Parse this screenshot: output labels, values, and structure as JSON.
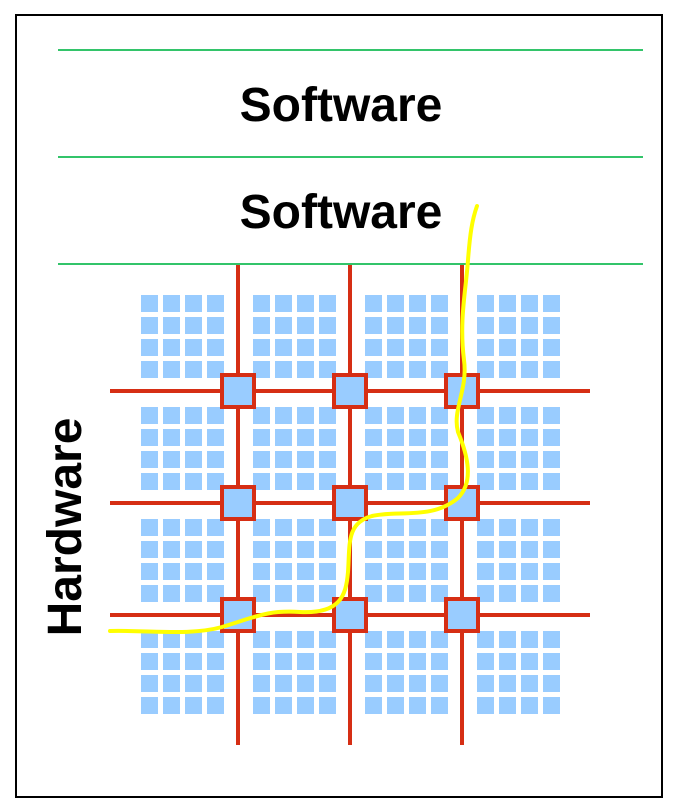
{
  "labels": {
    "software_top": "Software",
    "software_middle": "Software",
    "hardware": "Hardware"
  },
  "grid": {
    "blocks": 4,
    "cells_per_block": 4,
    "routing_channels": 3
  },
  "colors": {
    "border": "#000000",
    "layer_divider": "#33c46a",
    "cell": "#99ccff",
    "wire": "#d62e14",
    "switch_fill": "#99ccff",
    "signal_path": "#ffff00"
  }
}
